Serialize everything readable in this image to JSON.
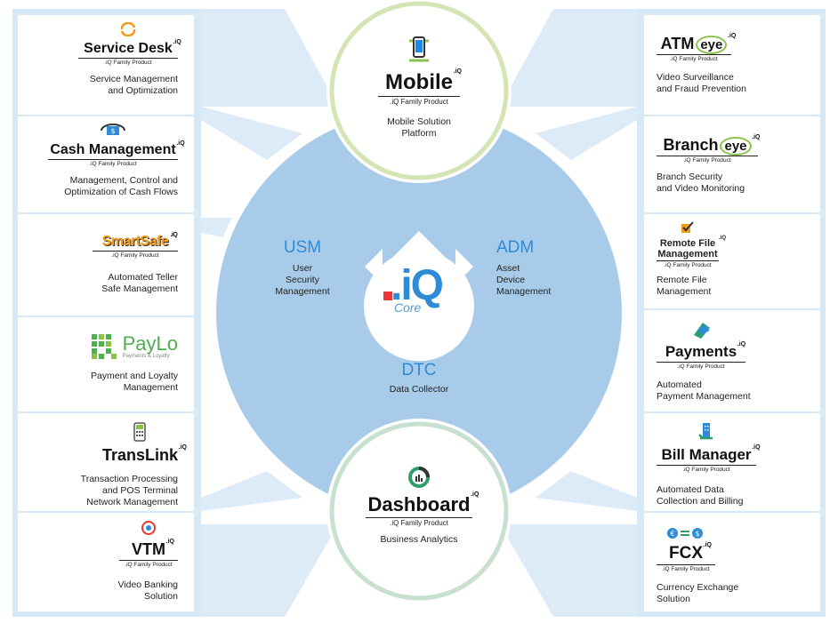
{
  "colors": {
    "accent": "#2e8bd8",
    "hub": "#a8cbe9",
    "panel": "#d7e8f6",
    "mobile_ring": "#d5e4b4",
    "dashboard_ring": "#c8e0d0"
  },
  "core": {
    "brand": ".iQ",
    "sub": "Core"
  },
  "modules": {
    "usm": {
      "abbr": "USM",
      "lines": [
        "User",
        "Security",
        "Management"
      ]
    },
    "adm": {
      "abbr": "ADM",
      "lines": [
        "Asset",
        "Device",
        "Management"
      ]
    },
    "dtc": {
      "abbr": "DTC",
      "lines": [
        "Data Collector"
      ]
    }
  },
  "mobile": {
    "name": "Mobile",
    "sup": ".iQ",
    "family": ".iQ Family Product",
    "desc": [
      "Mobile Solution",
      "Platform"
    ]
  },
  "dashboard": {
    "name": "Dashboard",
    "sup": ".iQ",
    "family": ".iQ Family Product",
    "desc": [
      "Business Analytics"
    ]
  },
  "left_products": [
    {
      "name": "Service Desk",
      "sup": ".iQ",
      "family": ".iQ Family Product",
      "desc": [
        "Service Management",
        "and Optimization"
      ],
      "icon": "refresh-arrows-icon"
    },
    {
      "name": "Cash Management",
      "sup": ".iQ",
      "family": ".iQ Family Product",
      "desc": [
        "Management, Control and",
        "Optimization of Cash Flows"
      ],
      "icon": "banknote-cycle-icon"
    },
    {
      "name": "SmartSafe",
      "sup": ".iQ",
      "family": ".iQ Family Product",
      "desc": [
        "Automated Teller",
        "Safe Management"
      ],
      "icon": "smartsafe-wordmark"
    },
    {
      "name": "PayLo",
      "sup": "",
      "family": "Payments & Loyalty",
      "desc": [
        "Payment and Loyalty",
        "Management"
      ],
      "icon": "dot-grid-icon"
    },
    {
      "name": "TransLink",
      "sup": ".iQ",
      "family": "",
      "desc": [
        "Transaction Processing",
        "and POS Terminal",
        "Network Management"
      ],
      "icon": "pos-terminal-icon"
    },
    {
      "name": "VTM",
      "sup": ".iQ",
      "family": ".iQ Family Product",
      "desc": [
        "Video Banking",
        "Solution"
      ],
      "icon": "video-globe-icon"
    }
  ],
  "right_products": [
    {
      "name": "ATM",
      "name2": "eye",
      "sup": ".iQ",
      "family": ".iQ Family Product",
      "desc": [
        "Video Surveillance",
        "and Fraud Prevention"
      ],
      "icon": "eye-icon"
    },
    {
      "name": "Branch",
      "name2": "eye",
      "sup": ".iQ",
      "family": ".iQ Family Product",
      "desc": [
        "Branch Security",
        "and Video Monitoring"
      ],
      "icon": "eye-icon"
    },
    {
      "name": "Remote File",
      "name2": "Management",
      "sup": ".iQ",
      "family": ".iQ Family Product",
      "desc": [
        "Remote File",
        "Management"
      ],
      "icon": "checkbox-icon"
    },
    {
      "name": "Payments",
      "sup": ".iQ",
      "family": ".iQ Family Product",
      "desc": [
        "Automated",
        "Payment Management"
      ],
      "icon": "card-icon"
    },
    {
      "name": "Bill Manager",
      "sup": ".iQ",
      "family": ".iQ Family Product",
      "desc": [
        "Automated Data",
        "Collection and Billing"
      ],
      "icon": "building-icon"
    },
    {
      "name": "FCX",
      "sup": ".iQ",
      "family": ".iQ Family Product",
      "desc": [
        "Currency Exchange",
        "Solution"
      ],
      "icon": "currency-exchange-icon"
    }
  ]
}
